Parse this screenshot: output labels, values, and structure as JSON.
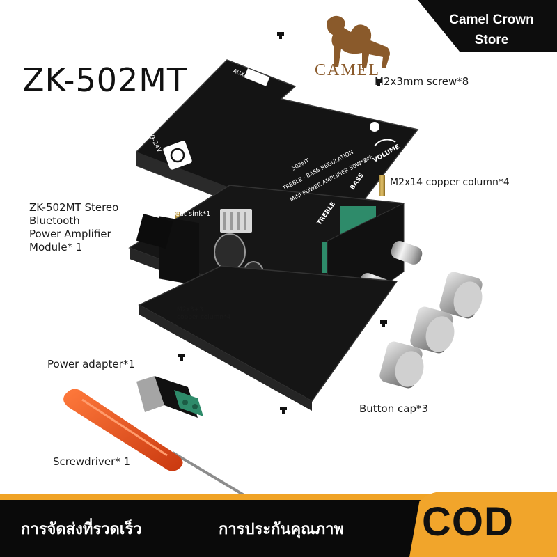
{
  "store": {
    "name_line1": "Camel Crown",
    "name_line2": "Store"
  },
  "brand": {
    "text": "CAMEL"
  },
  "product": {
    "title": "ZK-502MT"
  },
  "labels": {
    "screws": "M2x3mm screw*8",
    "copper_column": "M2x14 copper column*4",
    "module": "ZK-502MT Stereo\nBluetooth\nPower Amplifier\nModule* 1",
    "heat_sink": "Heat sink*1",
    "small_copper": "M2x3+3\ncopper column*4",
    "power_adapter": "Power adapter*1",
    "button_cap": "Button cap*3",
    "screwdriver": "Screwdriver* 1"
  },
  "board_print": {
    "aux": "AUX-IN",
    "voltage": "DC9-24V",
    "model": "502MT",
    "line1": "TREBLE · BASS REGULATION",
    "line2": "MINI POWER AMPLIFIER 50W*2",
    "bass": "BASS",
    "treble": "TREBLE",
    "volume": "VOLUME",
    "off": "OFF"
  },
  "footer": {
    "delivery": "การจัดส่งที่รวดเร็ว",
    "warranty": "การประกันคุณภาพ",
    "cod": "COD"
  },
  "colors": {
    "accent": "#f1a52b",
    "board": "#151515",
    "knob": "#c9c9c9",
    "screwdriver": "#e8501e",
    "terminal": "#2e8b6a"
  }
}
